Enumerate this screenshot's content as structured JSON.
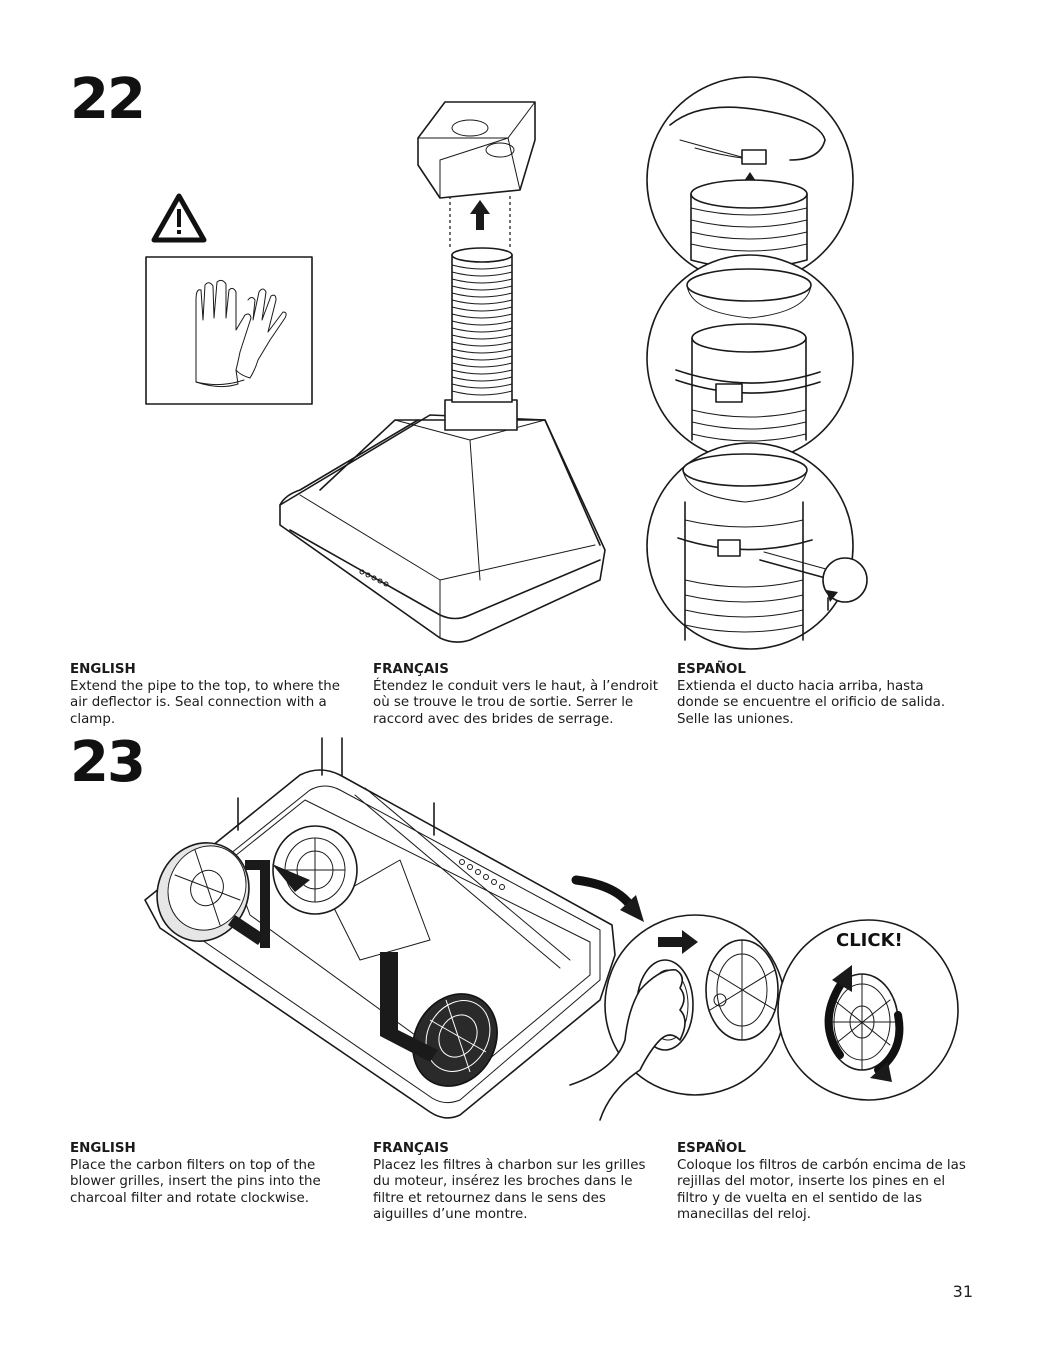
{
  "steps": [
    {
      "number": "22",
      "columns": [
        {
          "lang": "ENGLISH",
          "text": "Extend the pipe to the top, to where the air deflector is. Seal connection with a clamp."
        },
        {
          "lang": "FRANÇAIS",
          "text": "Étendez le conduit vers le haut, à l’endroit où se trouve le trou de sortie. Serrer le raccord avec des brides de serrage."
        },
        {
          "lang": "ESPAÑOL",
          "text": "Extienda el ducto hacia arriba, hasta donde se encuentre el orificio de salida. Selle las uniones."
        }
      ]
    },
    {
      "number": "23",
      "callout": "CLICK!",
      "columns": [
        {
          "lang": "ENGLISH",
          "text": "Place the carbon filters on top of the blower grilles, insert the pins into the charcoal filter and rotate clockwise."
        },
        {
          "lang": "FRANÇAIS",
          "text": "Placez les filtres à charbon sur les grilles du moteur, insérez les broches dans le filtre et retournez dans le sens des aiguilles d’une montre."
        },
        {
          "lang": "ESPAÑOL",
          "text": "Coloque los filtros de carbón encima de las rejillas del motor, inserte los pines en el filtro y de vuelta en el sentido de las manecillas del reloj."
        }
      ]
    }
  ],
  "page_number": "31",
  "icons": [
    "warning-triangle-icon",
    "gloves-icon",
    "up-arrow-icon",
    "rotate-arrow-icon",
    "right-arrow-icon"
  ]
}
